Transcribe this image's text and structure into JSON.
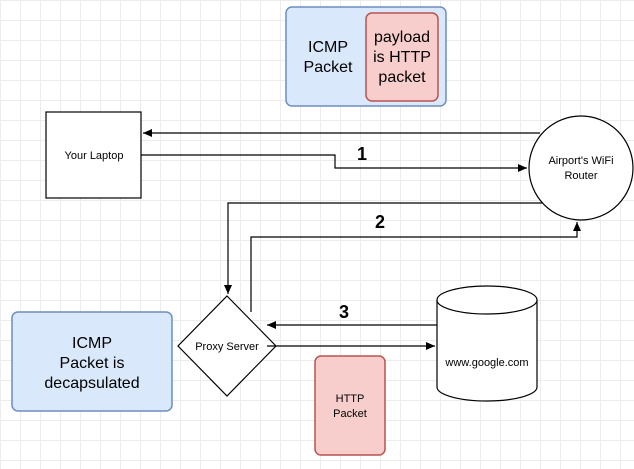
{
  "nodes": {
    "laptop": {
      "label": "Your Laptop"
    },
    "router": {
      "label_line1": "Airport's WiFi",
      "label_line2": "Router"
    },
    "proxy": {
      "label": "Proxy Server"
    },
    "google": {
      "label": "www.google.com"
    },
    "icmp_packet_top": {
      "line1": "ICMP",
      "line2": "Packet"
    },
    "payload": {
      "line1": "payload",
      "line2": "is HTTP",
      "line3": "packet"
    },
    "icmp_decapsulated": {
      "line1": "ICMP",
      "line2": "Packet is",
      "line3": "decapsulated"
    },
    "http_packet": {
      "line1": "HTTP",
      "line2": "Packet"
    }
  },
  "steps": {
    "one": "1",
    "two": "2",
    "three": "3"
  },
  "colors": {
    "blue_fill": "#dae8fc",
    "blue_stroke": "#6c8ebf",
    "red_fill": "#f8cecc",
    "red_stroke": "#b85450",
    "line": "#000000"
  }
}
